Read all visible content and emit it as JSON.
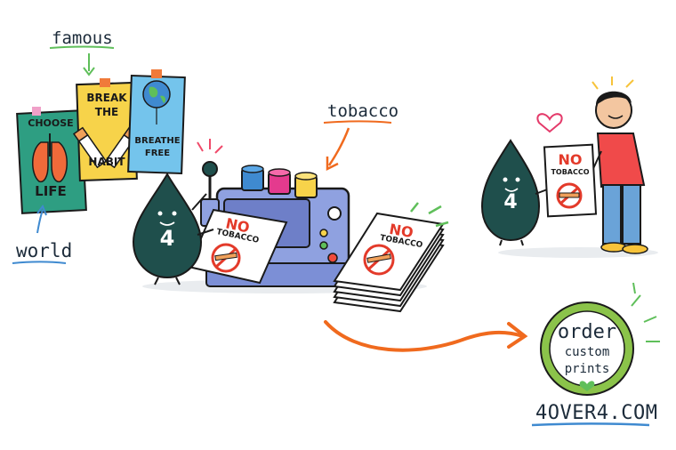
{
  "labels": {
    "famous": "famous",
    "world": "world",
    "tobacco": "tobacco",
    "website": "4OVER4.COM"
  },
  "posters": {
    "choose": {
      "line1": "CHOOSE",
      "line2": "LIFE"
    },
    "break": {
      "line1": "BREAK",
      "line2": "THE",
      "line3": "HABIT"
    },
    "breathe": {
      "line1": "BREATHE",
      "line2": "FREE"
    }
  },
  "flyer": {
    "no": "NO",
    "tobacco": "TOBACCO"
  },
  "mascot": {
    "number": "4"
  },
  "cta": {
    "line1": "order",
    "line2": "custom",
    "line3": "prints"
  },
  "colors": {
    "mascot": "#1f4f4c",
    "printer": "#8fa1e0",
    "accent_orange": "#f06a1e",
    "badge_green": "#8bc34a",
    "poster_green": "#2e9e82",
    "poster_yellow": "#f7d34a",
    "poster_blue": "#74c4ec"
  }
}
